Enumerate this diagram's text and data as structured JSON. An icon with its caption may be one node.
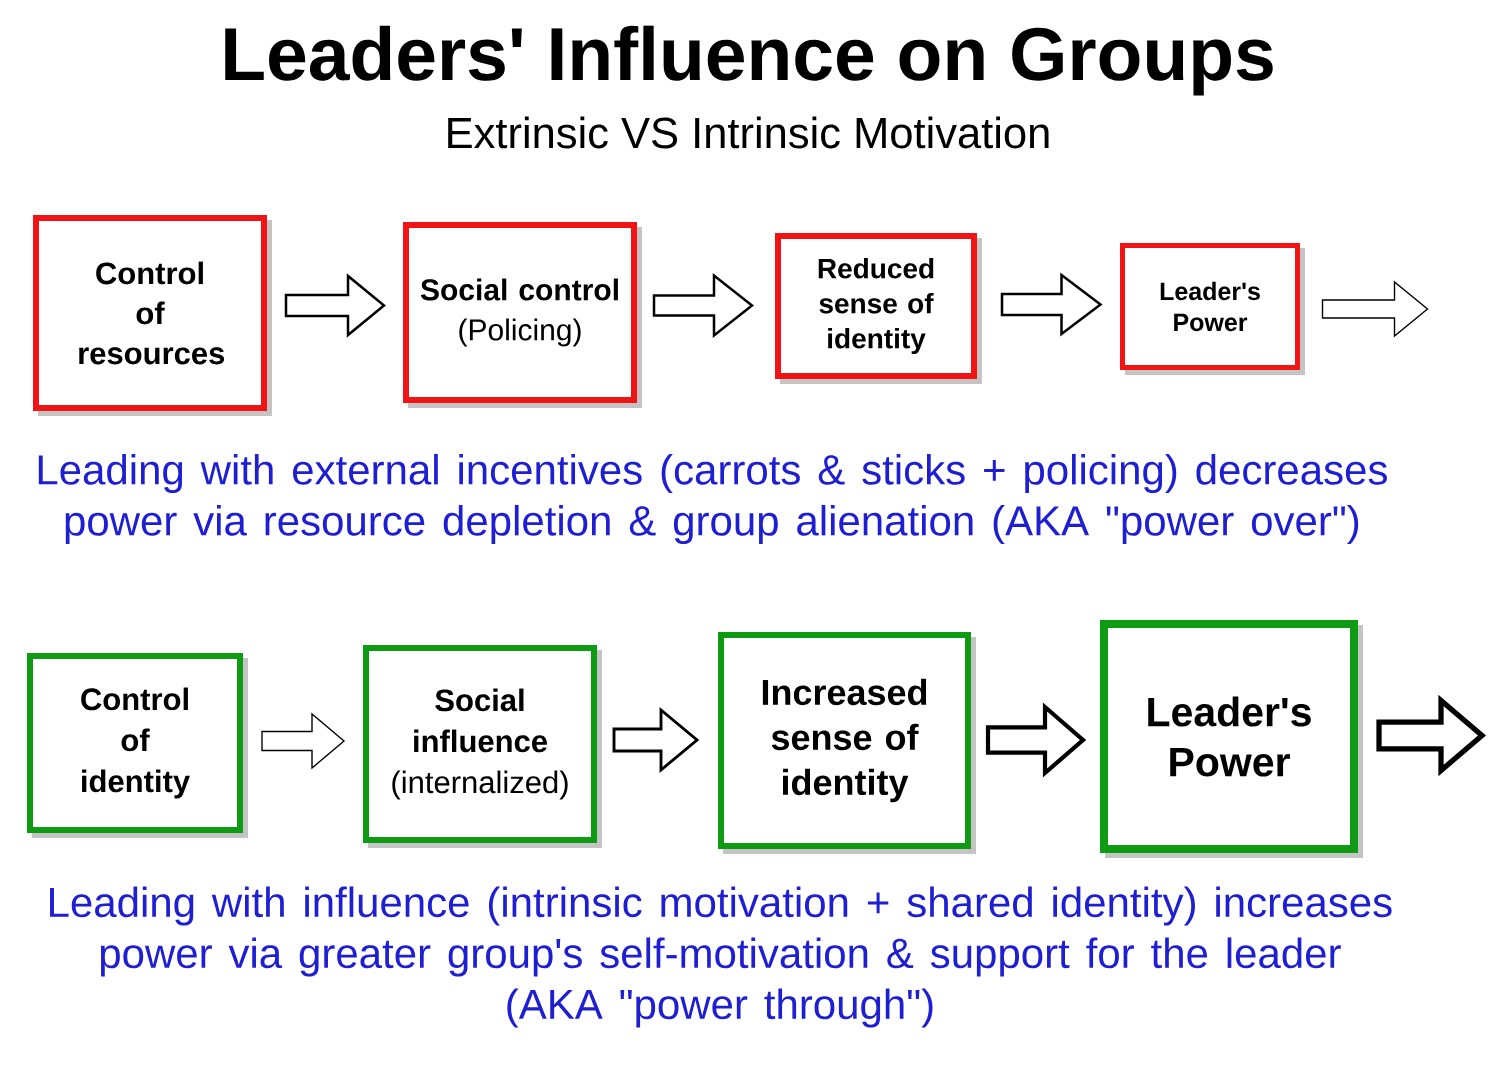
{
  "diagram": {
    "title": "Leaders' Influence on Groups",
    "nodes": [
      {
        "text": [
          "Control of resources"
        ]
      },
      {
        "text": [
          "Social control",
          "(Policing)"
        ]
      },
      {
        "text": [
          "Reduced sense of identity"
        ]
      },
      {
        "text": [
          "Leader's Power"
        ]
      },
      {
        "text": [
          "Control of identity"
        ]
      },
      {
        "text": [
          "Social influence",
          "(internalized)"
        ]
      },
      {
        "text": [
          "Increased sense of identity"
        ]
      },
      {
        "text": [
          "Leader's Power"
        ]
      }
    ],
    "edges": [
      {
        "from": 0,
        "to": 1,
        "arrow": "to"
      },
      {
        "from": 1,
        "to": 2,
        "arrow": "to"
      },
      {
        "from": 2,
        "to": 3,
        "arrow": "to"
      },
      {
        "from": 3,
        "to": null,
        "arrow": "to"
      },
      {
        "from": 4,
        "to": 5,
        "arrow": "to"
      },
      {
        "from": 5,
        "to": 6,
        "arrow": "to"
      },
      {
        "from": 6,
        "to": 7,
        "arrow": "to",
        "style": "thick"
      },
      {
        "from": 7,
        "to": null,
        "arrow": "to",
        "style": "thick"
      }
    ],
    "labels": [
      "Extrinsic VS Intrinsic Motivation",
      "Leading with external incentives (carrots & sticks + policing) decreases power via resource depletion & group alienation (AKA \"power over\")",
      "Leading with influence (intrinsic motivation + shared identity) increases power via greater group's self-motivation & support for the leader (AKA \"power through\")"
    ]
  }
}
